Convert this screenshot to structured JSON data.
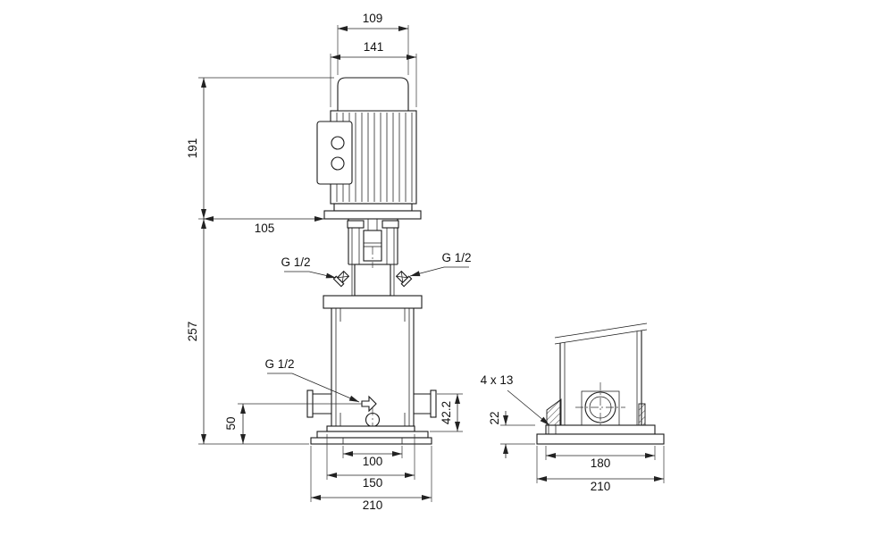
{
  "dims": {
    "d109": "109",
    "d141": "141",
    "d191": "191",
    "d105": "105",
    "d257": "257",
    "d50": "50",
    "d42": "42.2",
    "d100": "100",
    "d150": "150",
    "d210_front": "210",
    "holes": "4 x 13",
    "d22": "22",
    "d180": "180",
    "d210_base": "210"
  },
  "ports": {
    "top_left": "G 1/2",
    "top_right": "G 1/2",
    "drain": "G 1/2"
  },
  "colors": {
    "line": "#1a1a1a",
    "dimension": "#222222",
    "background": "#ffffff"
  }
}
